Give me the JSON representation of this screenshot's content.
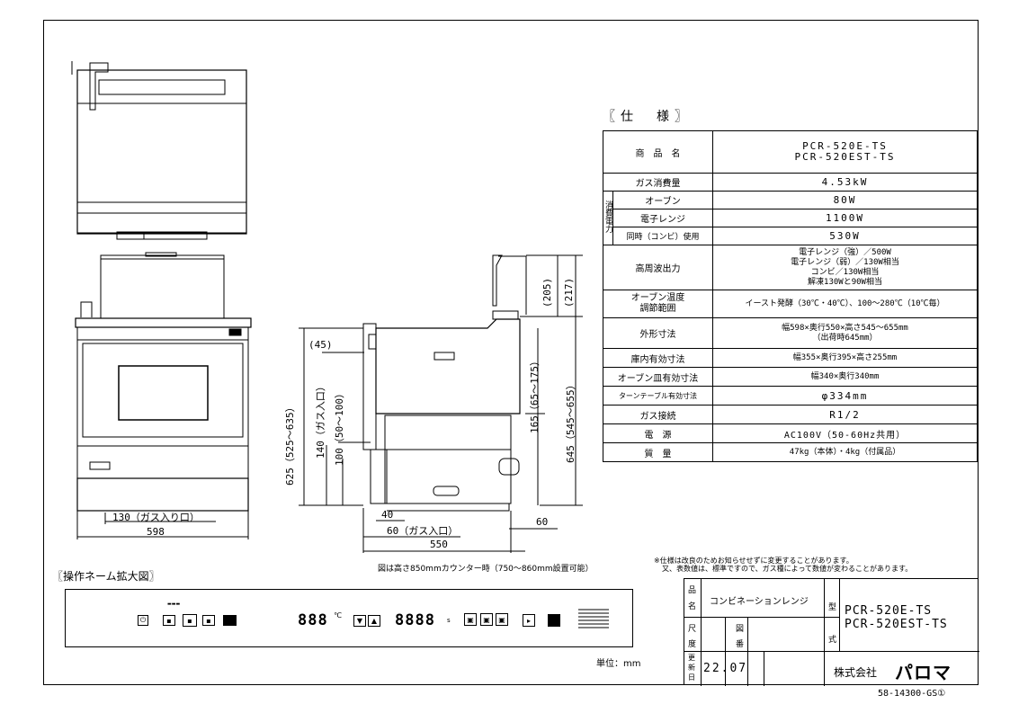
{
  "spec": {
    "title": "〖仕　様〗",
    "rows": [
      {
        "label": "商　品　名",
        "value": "PCR-520E-TS\nPCR-520EST-TS"
      },
      {
        "label": "ガス消費量",
        "value": "4.53kW"
      },
      {
        "label": "オーブン",
        "value": "80W"
      },
      {
        "label": "電子レンジ",
        "value": "1100W"
      },
      {
        "label": "同時（コンビ）使用",
        "value": "530W"
      },
      {
        "label": "高周波出力",
        "value": "電子レンジ（強）／500W\n電子レンジ（弱）／130W相当\nコンビ／130W相当\n解凍130Wと90W相当"
      },
      {
        "label": "オーブン温度\n調節範囲",
        "value": "イースト発酵（30℃・40℃）、100～280℃（10℃毎）"
      },
      {
        "label": "外形寸法",
        "value": "幅598×奥行550×高さ545～655mm\n（出荷時645mm）"
      },
      {
        "label": "庫内有効寸法",
        "value": "幅355×奥行395×高さ255mm"
      },
      {
        "label": "オーブン皿有効寸法",
        "value": "幅340×奥行340mm"
      },
      {
        "label": "ターンテーブル有効寸法",
        "value": "φ334mm"
      },
      {
        "label": "ガス接続",
        "value": "R1/2"
      },
      {
        "label": "電　源",
        "value": "AC100V（50-60Hz共用）"
      },
      {
        "label": "質　量",
        "value": "47kg（本体）・4kg（付属品）"
      }
    ],
    "power_group_label": "消費電力"
  },
  "dimensions": {
    "front_width": "598",
    "gas_inlet_front": "130（ガス入り口）",
    "side_depth": "550",
    "side_60_bottom": "60",
    "side_60_gas": "60（ガス入口）",
    "side_40": "40",
    "side_45": "(45)",
    "h_625": "625（525～635）",
    "h_140": "140（ガス入口）",
    "h_100": "100（50～100）",
    "h_165": "165（65～175）",
    "h_645": "645（545～655）",
    "h_205": "(205)",
    "h_217": "(217)"
  },
  "notes": {
    "height_note": "図は高さ850mmカウンター時（750～860mm設置可能）",
    "spec_note_1": "※仕様は改良のためお知らせせずに変更することがあります。",
    "spec_note_2": "又、表数値は、標準ですので、ガス種によって数値が変わることがあります。",
    "unit": "単位：mm"
  },
  "panel": {
    "title": "〖操作ネーム拡大図〗",
    "display1": "888",
    "display1_unit": "℃",
    "display2": "8888",
    "display2_unit": "s"
  },
  "title_block": {
    "hin_label": "品\n名",
    "product_type": "コンビネーションレンジ",
    "kata_label": "型\n式",
    "model1": "PCR-520E-TS",
    "model2": "PCR-520EST-TS",
    "shaku_label": "尺\n度",
    "zuban_label": "図\n番",
    "kousin_label": "更\n新\n日",
    "date": "22.07",
    "company": "株式会社",
    "brand": "パロマ"
  },
  "doc_number": "58-14300-GS①"
}
